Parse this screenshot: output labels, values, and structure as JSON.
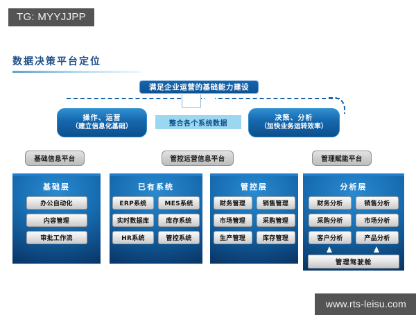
{
  "overlays": {
    "tg_badge": "TG: MYYJJPP",
    "site_badge": "www.rts-leisu.com"
  },
  "slide": {
    "title": "数据决策平台定位",
    "top_capsule": "满足企业运营的基础能力建设",
    "goals": [
      {
        "line1": "操作、运营",
        "line2": "（建立信息化基础）"
      },
      {
        "line1": "决策、分析",
        "line2": "（加快业务运转效率）"
      }
    ],
    "middle_tag": "整合各个系统数据",
    "platform_labels": [
      "基础信息平台",
      "管控运营信息平台",
      "管理赋能平台"
    ],
    "panels": [
      {
        "title": "基础层",
        "layout": "single",
        "chips": [
          "办公自动化",
          "内容管理",
          "审批工作流"
        ]
      },
      {
        "title": "已有系统",
        "layout": "double",
        "chips": [
          "ERP系统",
          "MES系统",
          "实时数据库",
          "库存系统",
          "HR系统",
          "管控系统"
        ]
      },
      {
        "title": "管控层",
        "layout": "double",
        "chips": [
          "财务管理",
          "销售管理",
          "市场管理",
          "采购管理",
          "生产管理",
          "库存管理"
        ]
      },
      {
        "title": "分析层",
        "layout": "double",
        "chips": [
          "财务分析",
          "销售分析",
          "采购分析",
          "市场分析",
          "客户分析",
          "产品分析"
        ],
        "footer": "管理驾驶舱"
      }
    ],
    "colors": {
      "title_blue": "#1b4f8a",
      "pill_blue": "#1668ae",
      "tag_light_blue": "#9bd7f0",
      "panel_top_rule": "#1e7fd0",
      "chip_grey": "#e6e6e6",
      "badge_grey": "#545454"
    }
  }
}
